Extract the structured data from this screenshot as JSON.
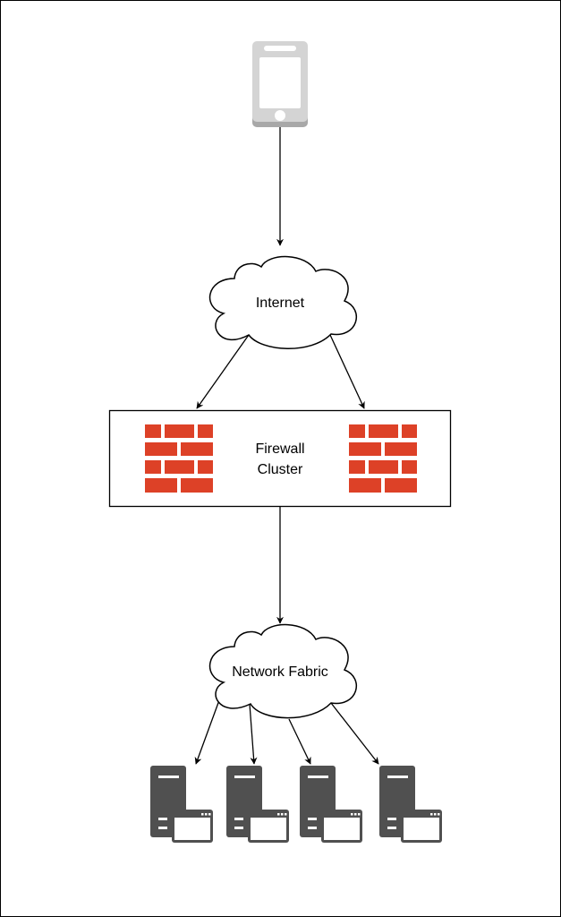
{
  "diagram": {
    "nodes": {
      "client": {
        "label": "",
        "icon": "mobile-phone-icon"
      },
      "internet": {
        "label": "Internet",
        "shape": "cloud"
      },
      "firewall": {
        "label_line1": "Firewall",
        "label_line2": "Cluster",
        "icons": [
          "firewall-icon",
          "firewall-icon"
        ],
        "brick_color": "#dd4127"
      },
      "fabric": {
        "label": "Network Fabric",
        "shape": "cloud"
      },
      "servers": [
        {
          "icon": "server-icon"
        },
        {
          "icon": "server-icon"
        },
        {
          "icon": "server-icon"
        },
        {
          "icon": "server-icon"
        }
      ]
    },
    "edges": [
      {
        "from": "client",
        "to": "internet"
      },
      {
        "from": "internet",
        "to": "firewall-left"
      },
      {
        "from": "internet",
        "to": "firewall-right"
      },
      {
        "from": "firewall",
        "to": "fabric"
      },
      {
        "from": "fabric",
        "to": "server-1"
      },
      {
        "from": "fabric",
        "to": "server-2"
      },
      {
        "from": "fabric",
        "to": "server-3"
      },
      {
        "from": "fabric",
        "to": "server-4"
      }
    ],
    "colors": {
      "phone": "#d4d4d4",
      "phone_shadow": "#a8a8a8",
      "server": "#505050",
      "line": "#000000"
    }
  }
}
